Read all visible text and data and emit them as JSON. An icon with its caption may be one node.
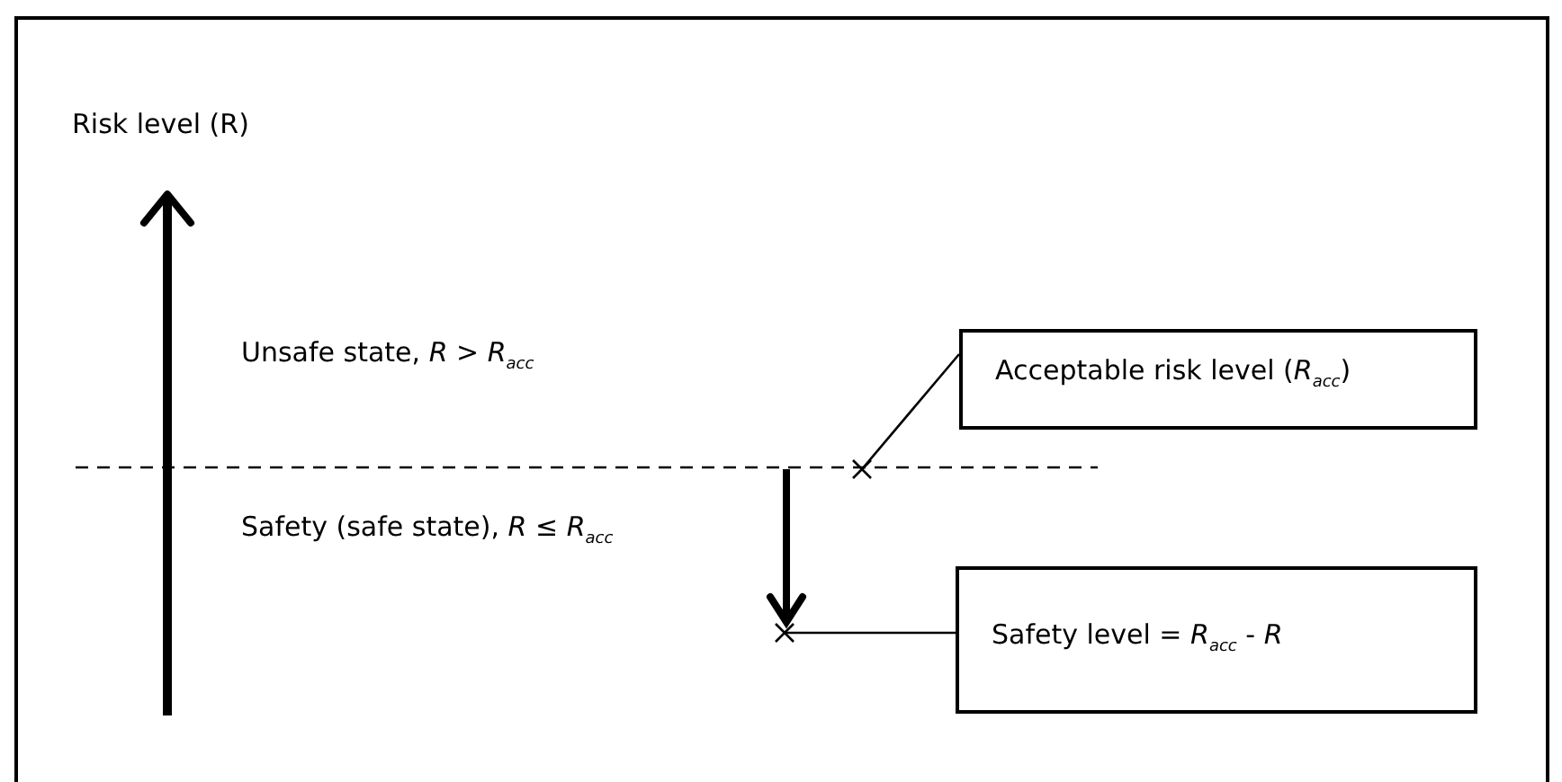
{
  "diagram": {
    "nodes": [
      {
        "text": [
          "Acceptable risk level (*R*$_{acc}$)"
        ]
      },
      {
        "text": [
          "Safety level = *R*$_{acc}$ - *R*"
        ]
      }
    ],
    "edges": [
      {
        "from": 0,
        "to": null,
        "arrow": "other"
      },
      {
        "from": 1,
        "to": null,
        "arrow": "other"
      }
    ],
    "labels": [
      "Risk level (R)",
      "Unsafe state, *R* > *R*$_{acc}$",
      "Safety (safe state), *R* ≤ *R*$_{acc}$"
    ]
  }
}
